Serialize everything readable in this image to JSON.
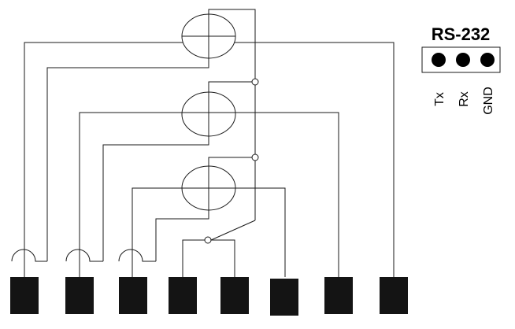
{
  "connector": {
    "title": "RS-232",
    "pins": [
      "Tx",
      "Rx",
      "GND"
    ]
  },
  "colors": {
    "line": "#1a1a1a",
    "terminal": "#141414",
    "background": "#ffffff"
  }
}
